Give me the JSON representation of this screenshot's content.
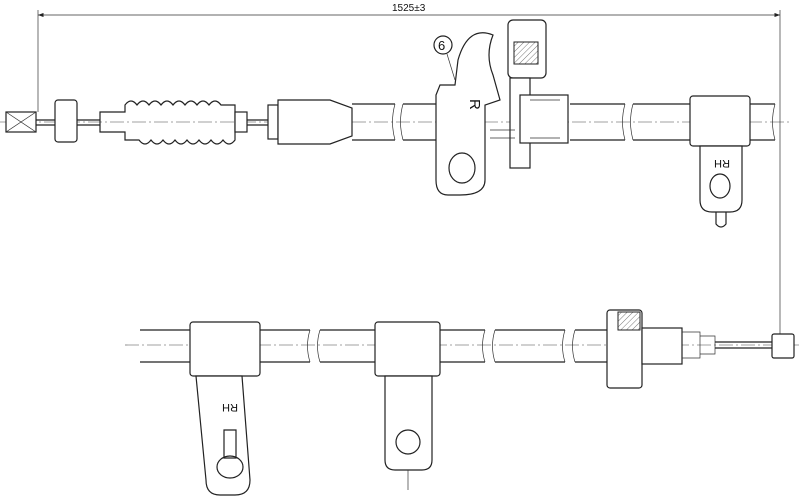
{
  "dimension": {
    "overall_length": "1525±3"
  },
  "callouts": {
    "item_6": "6"
  },
  "markings": {
    "side_upper": "R",
    "bracket_upper": "RH",
    "bracket_lower": "RH"
  }
}
